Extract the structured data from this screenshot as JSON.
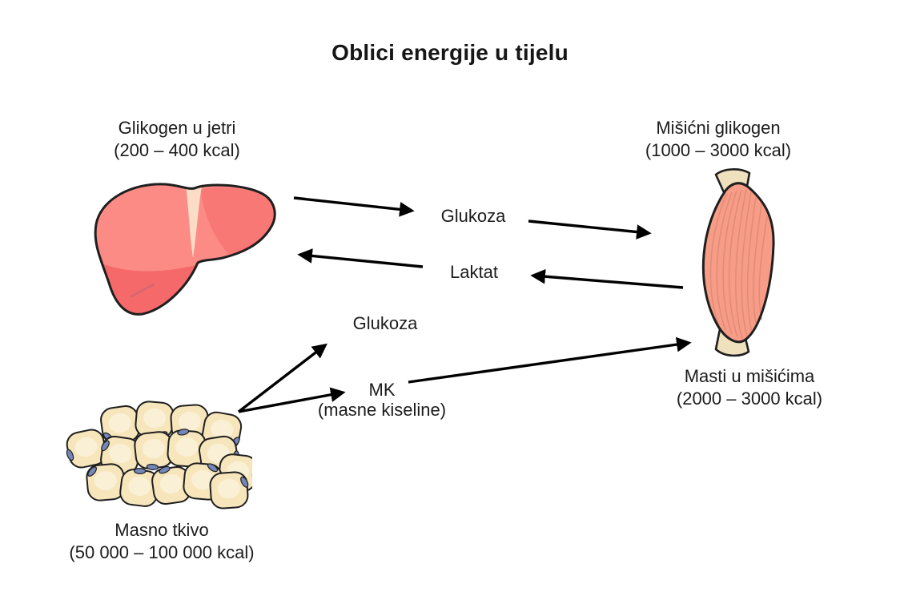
{
  "title": "Oblici energije u tijelu",
  "nodes": {
    "liver_glycogen": {
      "name": "Glikogen u jetri",
      "kcal": "(200 – 400 kcal)"
    },
    "muscle_glycogen": {
      "name": "Mišićni glikogen",
      "kcal": "(1000 – 3000 kcal)"
    },
    "muscle_fat": {
      "name": "Masti u mišićima",
      "kcal": "(2000 – 3000 kcal)"
    },
    "adipose_tissue": {
      "name": "Masno tkivo",
      "kcal": "(50 000 – 100 000 kcal)"
    }
  },
  "flows": {
    "glucose_liver_to_muscle": "Glukoza",
    "lactate_muscle_to_liver": "Laktat",
    "glucose_from_adipose": "Glukoza",
    "fatty_acids_abbr": "MK",
    "fatty_acids_full": "(masne kiseline)"
  },
  "colors": {
    "background": "#ffffff",
    "text": "#1a1a1a",
    "arrow": "#000000",
    "liver_light": "#FB8B84",
    "liver_dark": "#F5696B",
    "liver_ligament": "#FBDCC6",
    "muscle_fill": "#F79C86",
    "muscle_striation": "#E18B77",
    "tendon": "#EFE0BE",
    "fat_cell_fill": "#F7E6BC",
    "fat_cell_center": "#FAF0D6",
    "fat_nucleus": "#7487B8",
    "outline": "#1f1f1f"
  }
}
